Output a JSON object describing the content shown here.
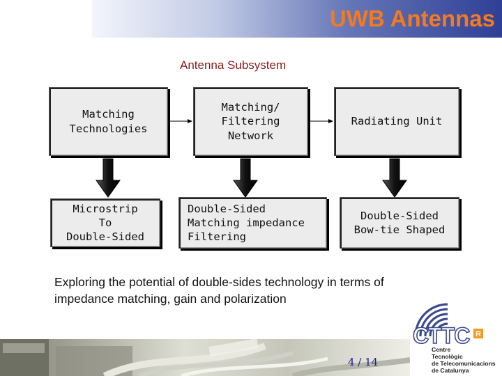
{
  "header": {
    "title": "UWB Antennas"
  },
  "diagram": {
    "subsystem_label": "Antenna Subsystem",
    "top_boxes": [
      {
        "label": "Matching\nTechnologies"
      },
      {
        "label": "Matching/\nFiltering\nNetwork"
      },
      {
        "label": "Radiating Unit"
      }
    ],
    "bottom_boxes": [
      {
        "label": "Microstrip\nTo\nDouble-Sided"
      },
      {
        "label": "Double-Sided\nMatching impedance\nFiltering"
      },
      {
        "label": "Double-Sided\nBow-tie Shaped"
      }
    ]
  },
  "body": {
    "text": "Exploring the potential of double-sides technology  in terms of impedance matching, gain and polarization"
  },
  "footer": {
    "page_number": "4 / 14",
    "logo": {
      "name": "CTTC",
      "trademark": "R",
      "subtitle": "Centre\nTecnològic\nde Telecomunicacions\nde Catalunya"
    }
  },
  "colors": {
    "title": "#f47a1f",
    "subsystem_label": "#8b1a1a",
    "page_number": "#1b1f8a",
    "logo_blue": "#3a4a8c",
    "logo_orange": "#f39a1e"
  }
}
